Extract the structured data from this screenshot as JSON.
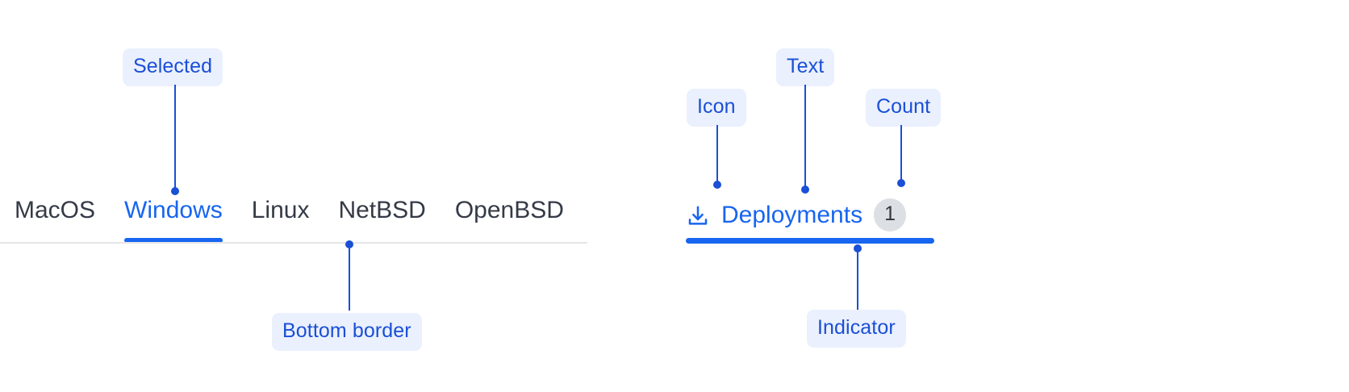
{
  "theme": {
    "accent_blue": "#1765f0",
    "annotation_blue": "#1a4fd6",
    "chip_background": "#eaf0fd",
    "tab_text": "#343a46",
    "bottom_border": "#e6e6e8",
    "badge_background": "#dcdfe3",
    "badge_text": "#31363f",
    "page_background": "#ffffff"
  },
  "left_example": {
    "name": "text-tabs",
    "tabs": [
      {
        "label": "MacOS",
        "selected": false
      },
      {
        "label": "Windows",
        "selected": true
      },
      {
        "label": "Linux",
        "selected": false
      },
      {
        "label": "NetBSD",
        "selected": false
      },
      {
        "label": "OpenBSD",
        "selected": false
      }
    ],
    "annotations": [
      {
        "label": "Selected",
        "target": "selected-tab"
      },
      {
        "label": "Bottom border",
        "target": "tabs-bottom-border"
      }
    ]
  },
  "right_example": {
    "name": "icon-text-count-tab",
    "tab": {
      "icon": "download-icon",
      "text": "Deployments",
      "count": "1",
      "selected": true
    },
    "annotations": [
      {
        "label": "Icon",
        "target": "tab-icon"
      },
      {
        "label": "Text",
        "target": "tab-text"
      },
      {
        "label": "Count",
        "target": "count-badge"
      },
      {
        "label": "Indicator",
        "target": "selected-indicator"
      }
    ]
  }
}
